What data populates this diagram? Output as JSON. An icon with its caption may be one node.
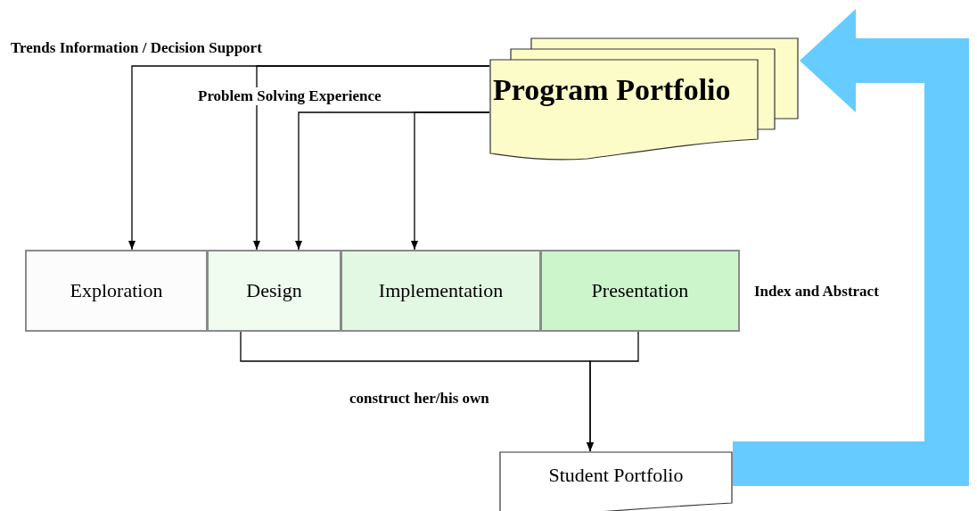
{
  "diagram": {
    "nodes": [
      {
        "text": [
          "Program Portfolio"
        ]
      },
      {
        "text": [
          "Exploration"
        ]
      },
      {
        "text": [
          "Design"
        ]
      },
      {
        "text": [
          "Implementation"
        ]
      },
      {
        "text": [
          "Presentation"
        ]
      },
      {
        "text": [
          "Student Portfolio"
        ]
      }
    ],
    "edges": [
      {
        "from": 0,
        "to": 1,
        "arrow": "to",
        "label": "Trends Information / Decision Support"
      },
      {
        "from": 0,
        "to": 2,
        "arrow": "to"
      },
      {
        "from": 0,
        "to": 2,
        "arrow": "to",
        "label": "Problem Solving Experience"
      },
      {
        "from": 0,
        "to": 3,
        "arrow": "to"
      },
      {
        "from": 2,
        "to": 5,
        "arrow": "to",
        "label": "construct her/his own"
      },
      {
        "from": 4,
        "to": 5,
        "arrow": "to"
      },
      {
        "from": 5,
        "to": 0,
        "arrow": "to",
        "style": "thick",
        "color": "#66ccff",
        "label": "Index and Abstract"
      }
    ]
  }
}
